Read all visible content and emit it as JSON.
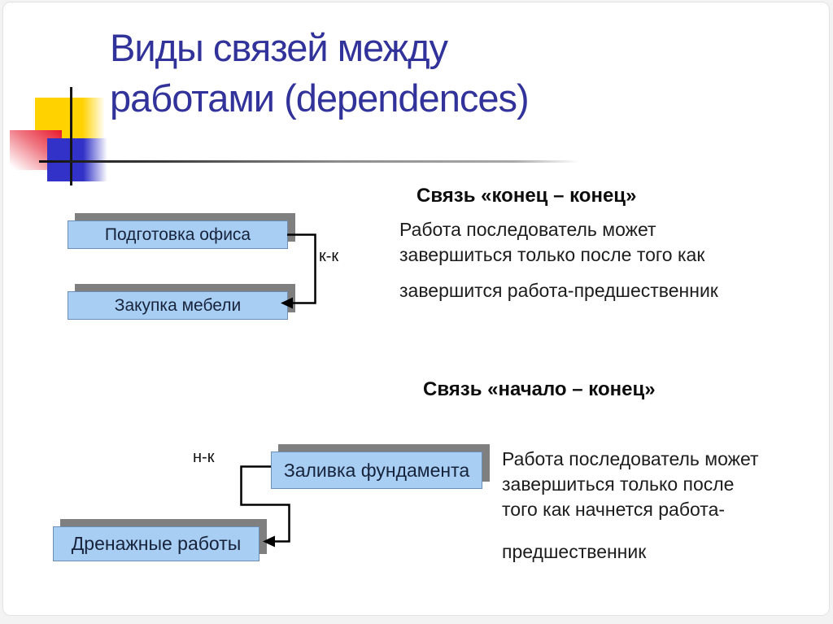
{
  "slide": {
    "title_line1": "Виды связей между",
    "title_line2": "работами (dependences)",
    "title_color": "#32329b",
    "accent_colors": {
      "box_fill": "#a9cef4",
      "box_border": "#6b8fb4",
      "box_shadow": "#7f7f7f",
      "deco_yellow": "#ffd200",
      "deco_red": "#e8192c",
      "deco_blue": "#3232c8"
    }
  },
  "section1": {
    "heading": "Связь «конец – конец»",
    "body_line1": "Работа последователь может",
    "body_line2": "завершиться только после того как",
    "body_line3": "завершится работа-предшественник"
  },
  "section2": {
    "heading": "Связь «начало – конец»",
    "body_line1": "Работа последователь может",
    "body_line2": "завершиться только после",
    "body_line3": "того как начнется работа-",
    "body_line4": "предшественник"
  },
  "diagram1": {
    "predecessor_box": "Подготовка офиса",
    "successor_box": "Закупка мебели",
    "connector_label": "к-к"
  },
  "diagram2": {
    "predecessor_box": "Заливка фундамента",
    "successor_box": "Дренажные работы",
    "connector_label": "н-к"
  }
}
